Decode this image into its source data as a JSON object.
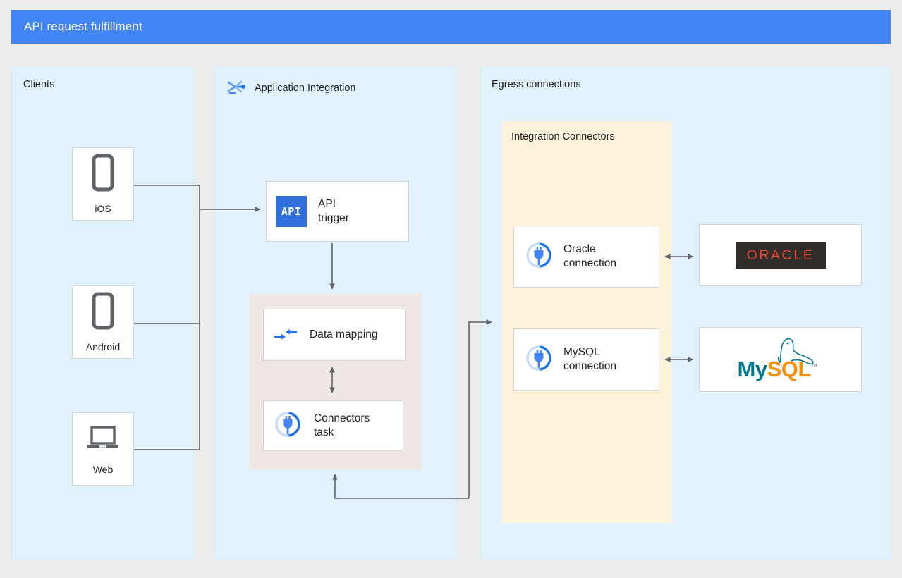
{
  "header": {
    "title": "API request fulfillment"
  },
  "panels": {
    "clients": {
      "label": "Clients"
    },
    "application_integration": {
      "label": "Application Integration",
      "icon": "application-integration-icon"
    },
    "egress": {
      "label": "Egress connections"
    },
    "integration_connectors": {
      "label": "Integration Connectors"
    }
  },
  "clients": [
    {
      "label": "iOS",
      "icon": "phone-icon"
    },
    {
      "label": "Android",
      "icon": "phone-icon"
    },
    {
      "label": "Web",
      "icon": "laptop-icon"
    }
  ],
  "tasks": {
    "api_trigger": {
      "label": "API\ntrigger",
      "icon": "api-badge-icon",
      "badge_text": "API"
    },
    "data_mapping": {
      "label": "Data mapping",
      "icon": "data-mapping-icon"
    },
    "connectors_task": {
      "label": "Connectors\ntask",
      "icon": "plug-icon"
    }
  },
  "connections": [
    {
      "label": "Oracle\nconnection",
      "icon": "plug-icon"
    },
    {
      "label": "MySQL\nconnection",
      "icon": "plug-icon"
    }
  ],
  "systems": [
    {
      "name": "Oracle",
      "logo": "oracle-logo",
      "wordmark": "ORACLE"
    },
    {
      "name": "MySQL",
      "logo": "mysql-logo",
      "wordmark_primary": "My",
      "wordmark_secondary": "SQL",
      "wordmark_tm": "™"
    }
  ],
  "colors": {
    "page_background": "#ececec",
    "header_blue": "#4285f4",
    "panel_blue": "#e1f2fd",
    "connectors_cream": "#fdf3da",
    "mapping_group_beige": "#eee7e3",
    "node_white": "#ffffff",
    "wire_gray": "#5f6368",
    "icon_blue": "#1a73e8",
    "device_gray": "#5f6368",
    "oracle_red": "#e8432f",
    "oracle_plate": "#312d2a",
    "mysql_teal": "#00758f",
    "mysql_orange": "#f29111"
  }
}
